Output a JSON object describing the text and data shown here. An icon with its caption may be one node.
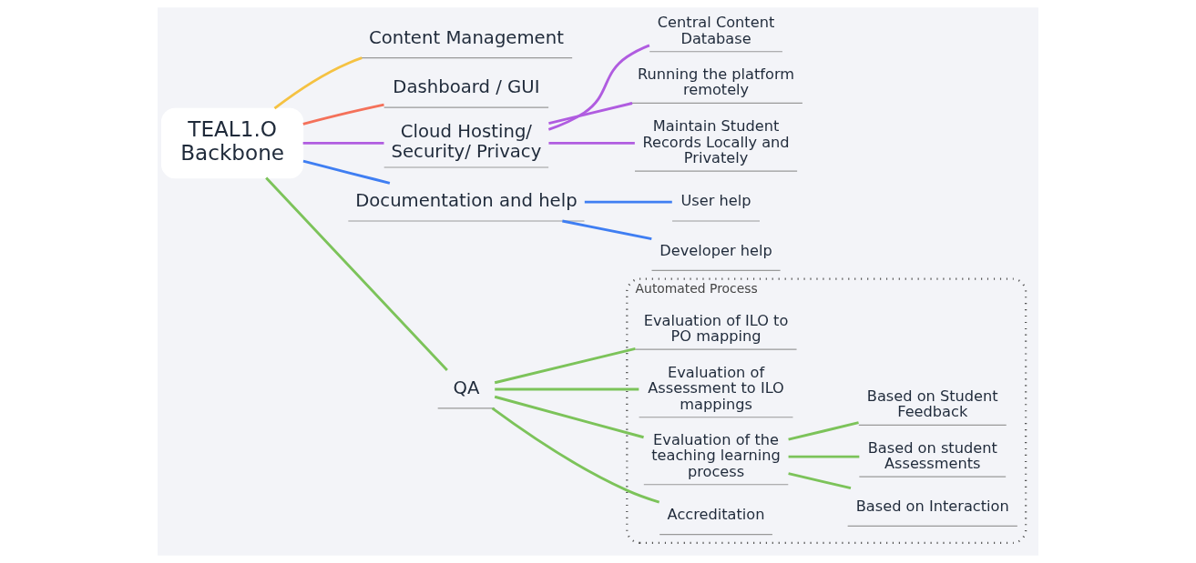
{
  "diagram": {
    "nodes": [
      {
        "text": [
          "TEAL1.O Backbone"
        ]
      },
      {
        "text": [
          "Content Management"
        ]
      },
      {
        "text": [
          "Dashboard / GUI"
        ]
      },
      {
        "text": [
          "Cloud Hosting/ Security/ Privacy"
        ]
      },
      {
        "text": [
          "Central Content Database"
        ]
      },
      {
        "text": [
          "Running the platform remotely"
        ]
      },
      {
        "text": [
          "Maintain Student Records Locally and Privately"
        ]
      },
      {
        "text": [
          "Documentation and help"
        ]
      },
      {
        "text": [
          "User help"
        ]
      },
      {
        "text": [
          "Developer help"
        ]
      },
      {
        "text": [
          "QA"
        ]
      },
      {
        "text": [
          "Automated Process"
        ]
      },
      {
        "text": [
          "Evaluation of ILO to PO mapping"
        ],
        "in": 11
      },
      {
        "text": [
          "Evaluation of Assessment to ILO mappings"
        ],
        "in": 11
      },
      {
        "text": [
          "Evaluation of the teaching learning process"
        ],
        "in": 11
      },
      {
        "text": [
          "Based on Interaction"
        ],
        "in": 11
      },
      {
        "text": [
          "Based on student Assessments"
        ],
        "in": 11
      },
      {
        "text": [
          "Based on Student Feedback"
        ],
        "in": 11
      },
      {
        "text": [
          "Accreditation"
        ],
        "in": 11
      }
    ],
    "edges": [
      {
        "from": 0,
        "to": 1,
        "arrow": "none",
        "color": "#f5c242"
      },
      {
        "from": 0,
        "to": 2,
        "arrow": "none",
        "color": "#f4715a"
      },
      {
        "from": 0,
        "to": 3,
        "arrow": "none",
        "color": "#b05ce0"
      },
      {
        "from": 3,
        "to": 4,
        "arrow": "none",
        "color": "#b05ce0"
      },
      {
        "from": 3,
        "to": 5,
        "arrow": "none",
        "color": "#b05ce0"
      },
      {
        "from": 3,
        "to": 6,
        "arrow": "none",
        "color": "#b05ce0"
      },
      {
        "from": 0,
        "to": 7,
        "arrow": "none",
        "color": "#3f7ef2"
      },
      {
        "from": 7,
        "to": 8,
        "arrow": "none",
        "color": "#3f7ef2"
      },
      {
        "from": 7,
        "to": 9,
        "arrow": "none",
        "color": "#3f7ef2"
      },
      {
        "from": 0,
        "to": 10,
        "arrow": "none"
      },
      {
        "from": 10,
        "to": 12,
        "arrow": "none"
      },
      {
        "from": 10,
        "to": 13,
        "arrow": "none"
      },
      {
        "from": 10,
        "to": 14,
        "arrow": "none"
      },
      {
        "from": 14,
        "to": 15,
        "arrow": "none"
      },
      {
        "from": 14,
        "to": 16,
        "arrow": "none"
      },
      {
        "from": 14,
        "to": 17,
        "arrow": "none"
      },
      {
        "from": 10,
        "to": 18,
        "arrow": "none"
      }
    ]
  }
}
